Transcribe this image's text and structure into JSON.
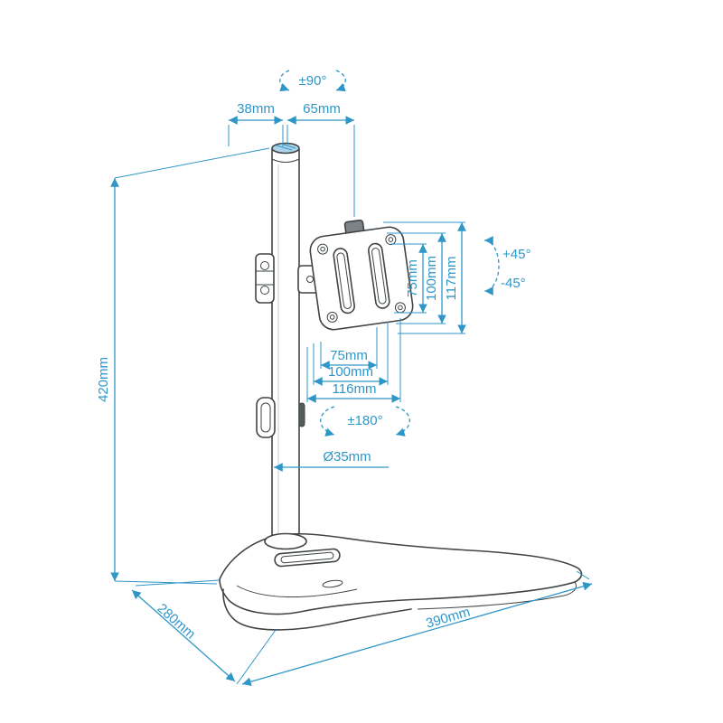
{
  "diagram": {
    "title": "Monitor stand dimension drawing",
    "colors": {
      "ink": "#3f4447",
      "dimension": "#2f96c8",
      "cap_fill": "#aed3e8",
      "hinge_fill": "#7c8288"
    },
    "labels": {
      "rotation_top": "±90°",
      "cap_width": "38mm",
      "arm_offset": "65mm",
      "vesa_vertical_75": "75mm",
      "vesa_vertical_100": "100mm",
      "plate_height": "117mm",
      "tilt_up": "+45°",
      "tilt_down": "-45°",
      "pole_height": "420mm",
      "vesa_horizontal_75": "75mm",
      "vesa_horizontal_100": "100mm",
      "plate_width": "116mm",
      "swivel": "±180°",
      "pole_diameter": "Ø35mm",
      "base_depth": "280mm",
      "base_width": "390mm"
    }
  }
}
